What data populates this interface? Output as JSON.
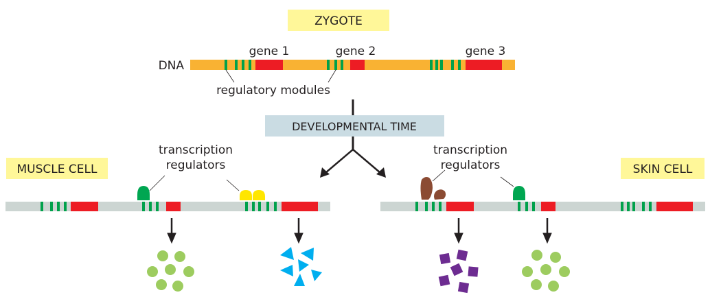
{
  "title": "ZYGOTE",
  "dna_label": "DNA",
  "genes": [
    "gene 1",
    "gene 2",
    "gene 3"
  ],
  "regulatory_label": "regulatory modules",
  "time_label": "DEVELOPMENTAL TIME",
  "left_cell": "MUSCLE CELL",
  "right_cell": "SKIN CELL",
  "regulator_label_line1": "transcription",
  "regulator_label_line2": "regulators",
  "colors": {
    "dna": "#f9b233",
    "gene": "#ed1c24",
    "module": "#00a14b",
    "inactive_dna": "#ccd5d2",
    "label_box": "#fff799",
    "time_box": "#cadce3",
    "green_regulator": "#00a651",
    "yellow_regulator": "#ffe600",
    "brown_regulator": "#8b4b33",
    "protein_circle": "#9dcc5f",
    "protein_triangle": "#00aeef",
    "protein_square": "#6d2c91"
  },
  "products": {
    "muscle": [
      "circles",
      "triangles"
    ],
    "skin": [
      "squares",
      "circles"
    ]
  }
}
